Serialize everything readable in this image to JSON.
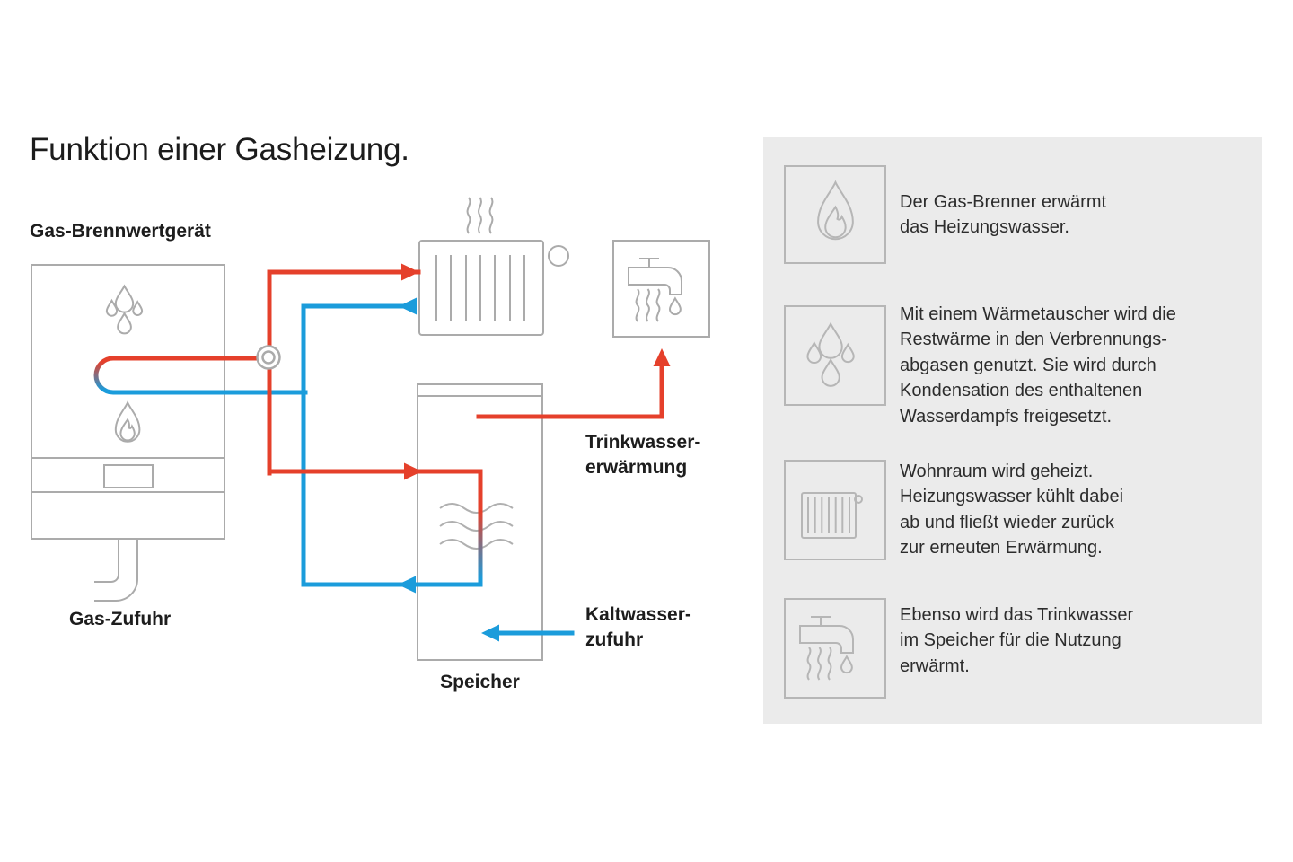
{
  "title": "Funktion einer Gasheizung.",
  "diagram": {
    "boiler_label": "Gas-Brennwertgerät",
    "gas_supply_label": "Gas-Zufuhr",
    "tank_label": "Speicher",
    "hot_water_label": {
      "lines": [
        "Trinkwasser-",
        "erwärmung"
      ]
    },
    "cold_water_label": {
      "lines": [
        "Kaltwasser-",
        "zufuhr"
      ]
    },
    "icons": [
      "water-drops-icon",
      "flame-icon",
      "radiator-icon",
      "steam-icon",
      "tap-icon",
      "heat-exchanger-waves-icon",
      "pipe-connector-icon",
      "gas-pipe-icon"
    ]
  },
  "legend": {
    "items": [
      {
        "icon": "flame-icon",
        "lines": [
          "Der Gas-Brenner erwärmt",
          "das Heizungswasser."
        ]
      },
      {
        "icon": "water-drops-icon",
        "lines": [
          "Mit einem Wärmetauscher wird  die",
          "Restwärme in den Verbrennungs-",
          "abgasen genutzt. Sie wird durch",
          "Kondensation des enthaltenen",
          "Wasserdampfs freigesetzt."
        ]
      },
      {
        "icon": "radiator-icon",
        "lines": [
          "Wohnraum wird geheizt.",
          "Heizungswasser kühlt dabei",
          "ab und fließt wieder zurück",
          "zur erneuten Erwärmung."
        ]
      },
      {
        "icon": "tap-icon",
        "lines": [
          "Ebenso wird das Trinkwasser",
          "im Speicher für die Nutzung",
          "erwärmt."
        ]
      }
    ]
  },
  "colors": {
    "hot_water": "#e5402b",
    "cold_water": "#1b9cdb",
    "outline_gray": "#ababab",
    "panel_icon_gray": "#b6b6b6",
    "panel_bg": "#ebebeb",
    "text": "#1d1d1d"
  }
}
